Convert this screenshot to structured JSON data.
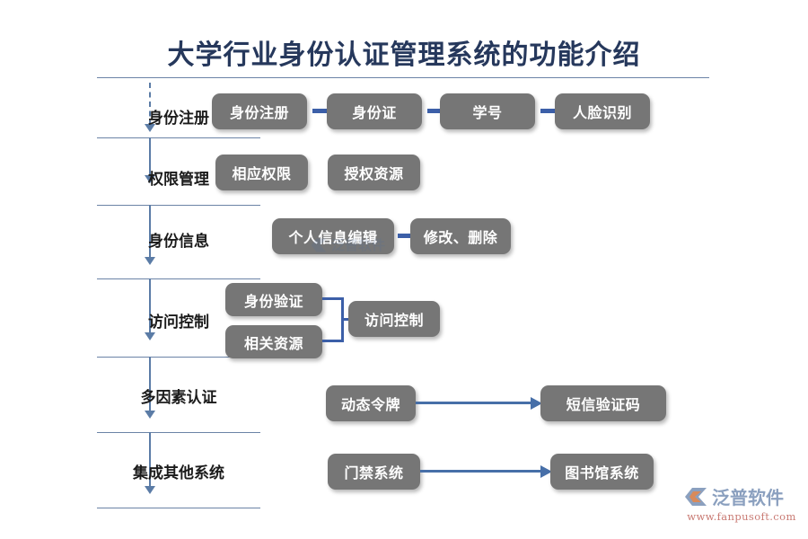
{
  "title": "大学行业身份认证管理系统的功能介绍",
  "colors": {
    "title_text": "#26385c",
    "rule": "#6b83a6",
    "node_fill": "#767676",
    "node_text": "#ffffff",
    "arrow_blue": "#3c5fa8",
    "flow_line": "#5b7ca6",
    "logo_name": "#8ba0bf",
    "logo_url": "#c97a73"
  },
  "stages": [
    {
      "label": "身份注册"
    },
    {
      "label": "权限管理"
    },
    {
      "label": "身份信息"
    },
    {
      "label": "访问控制"
    },
    {
      "label": "多因素认证"
    },
    {
      "label": "集成其他系统"
    }
  ],
  "rows": {
    "identity_registration": {
      "nodes": [
        {
          "label": "身份注册"
        },
        {
          "label": "身份证"
        },
        {
          "label": "学号"
        },
        {
          "label": "人脸识别"
        }
      ]
    },
    "permission_management": {
      "nodes": [
        {
          "label": "相应权限"
        },
        {
          "label": "授权资源"
        }
      ]
    },
    "identity_information": {
      "nodes": [
        {
          "label": "个人信息编辑"
        },
        {
          "label": "修改、删除"
        }
      ]
    },
    "access_control": {
      "inputs": [
        {
          "label": "身份验证"
        },
        {
          "label": "相关资源"
        }
      ],
      "output": {
        "label": "访问控制"
      }
    },
    "multi_factor_auth": {
      "nodes": [
        {
          "label": "动态令牌"
        },
        {
          "label": "短信验证码"
        }
      ]
    },
    "system_integration": {
      "nodes": [
        {
          "label": "门禁系统"
        },
        {
          "label": "图书馆系统"
        }
      ]
    }
  },
  "watermark": {
    "center_text": "泛普软件"
  },
  "logo": {
    "name": "泛普软件",
    "url": "www.fanpusoft.com"
  }
}
